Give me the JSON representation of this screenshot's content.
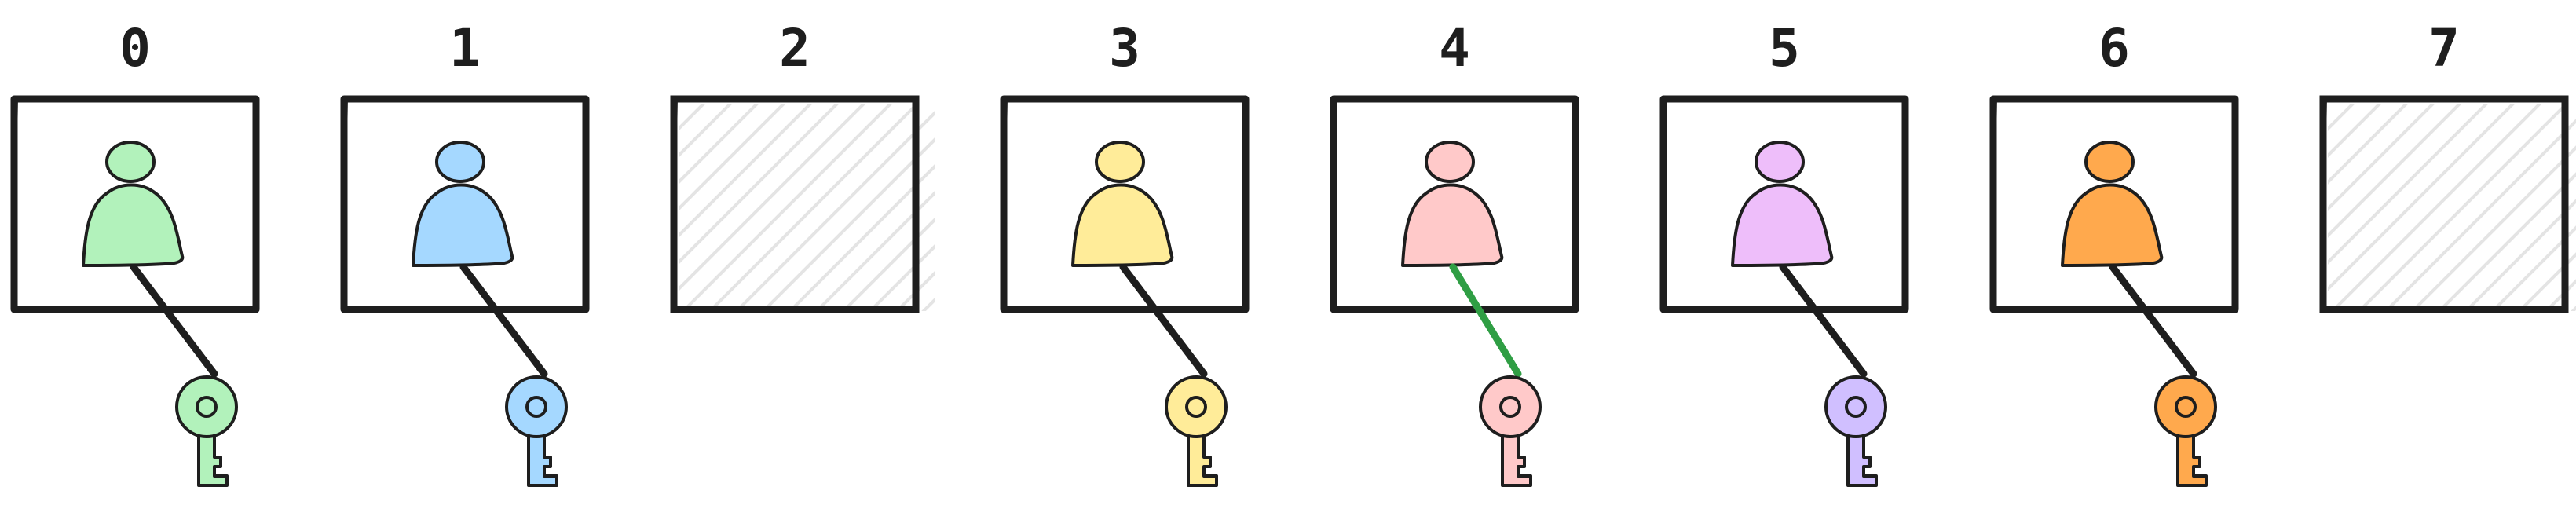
{
  "diagram": {
    "slots": [
      {
        "label": "0",
        "occupied": true,
        "fill": "#b2f2bb",
        "key_fill": "#b2f2bb",
        "link_color": "#1e1e1e"
      },
      {
        "label": "1",
        "occupied": true,
        "fill": "#a5d8ff",
        "key_fill": "#a5d8ff",
        "link_color": "#1e1e1e"
      },
      {
        "label": "2",
        "occupied": false
      },
      {
        "label": "3",
        "occupied": true,
        "fill": "#ffec99",
        "key_fill": "#ffec99",
        "link_color": "#1e1e1e"
      },
      {
        "label": "4",
        "occupied": true,
        "fill": "#ffc9c9",
        "key_fill": "#ffc9c9",
        "link_color": "#2f9e44"
      },
      {
        "label": "5",
        "occupied": true,
        "fill": "#eebefa",
        "key_fill": "#d0bfff",
        "link_color": "#1e1e1e"
      },
      {
        "label": "6",
        "occupied": true,
        "fill": "#ffa94d",
        "key_fill": "#ffa94d",
        "link_color": "#1e1e1e"
      },
      {
        "label": "7",
        "occupied": false
      }
    ],
    "colors": {
      "outline": "#1e1e1e",
      "hatch": "#e4e4e4",
      "background": "#ffffff"
    },
    "icons": {
      "person": "person-icon",
      "key": "key-icon"
    }
  }
}
